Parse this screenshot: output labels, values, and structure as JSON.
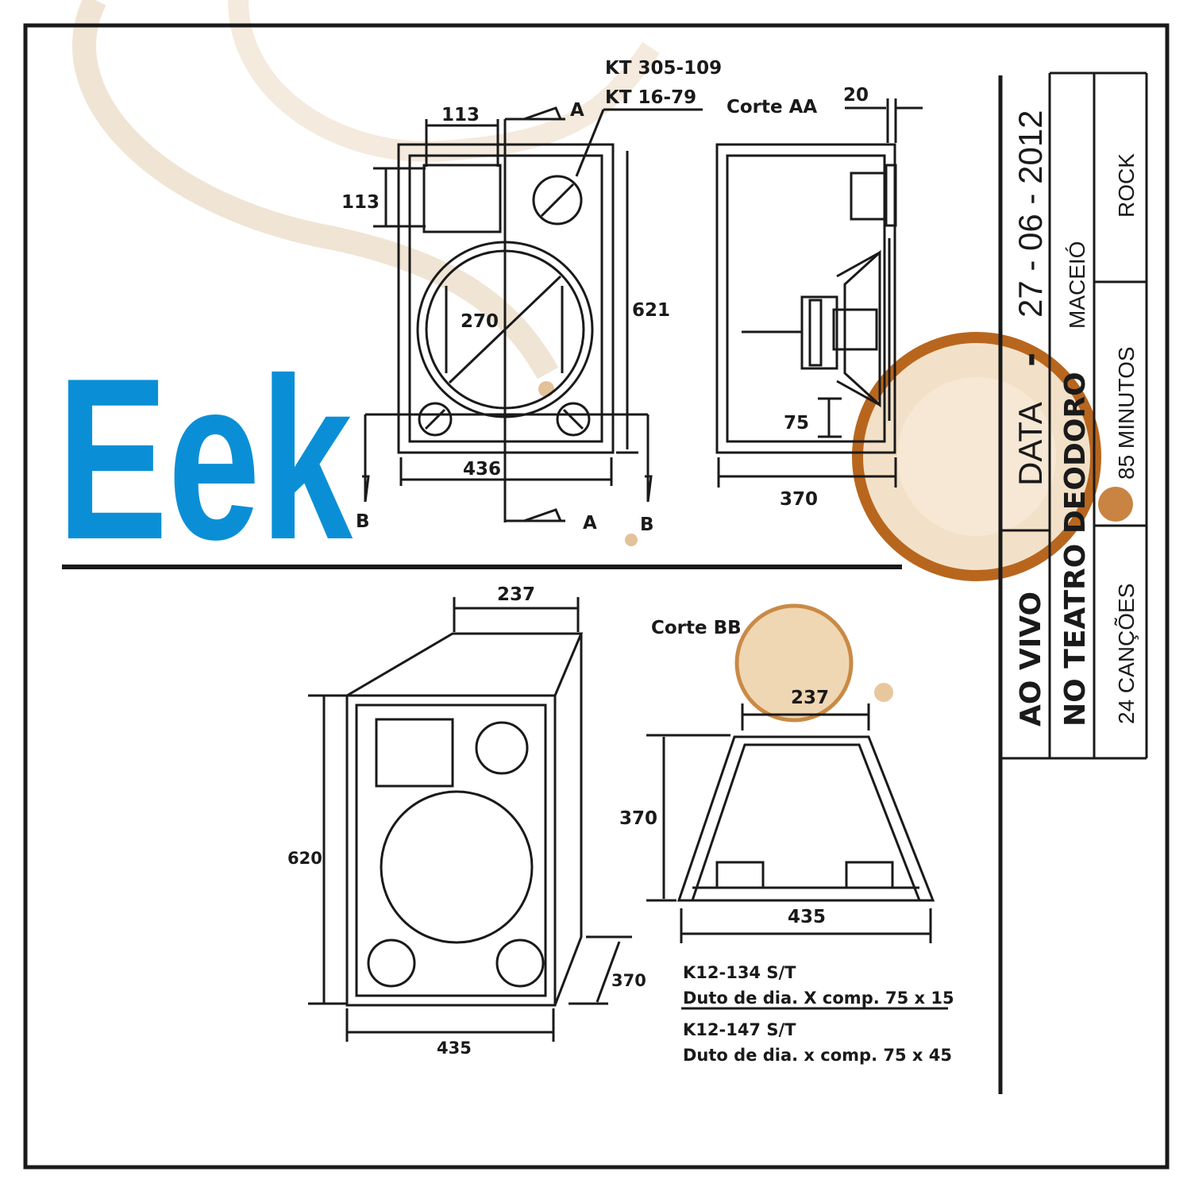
{
  "logo": {
    "text": "Eek",
    "color": "#0a8fd6"
  },
  "colors": {
    "ink": "#1a1a1a",
    "stain": "#b8661e",
    "stain_light": "#e6cfb0"
  },
  "top_drawing": {
    "part1": "KT 305-109",
    "part2": "KT 16-79",
    "section_aa": "Corte AA",
    "dim_113_w": "113",
    "dim_113_h": "113",
    "dim_270": "270",
    "dim_621": "621",
    "dim_436": "436",
    "dim_20": "20",
    "dim_75": "75",
    "dim_370": "370",
    "mark_a_top": "A",
    "mark_a_bottom": "A",
    "mark_b_left": "B",
    "mark_b_right": "B"
  },
  "bottom_drawing": {
    "dim_237_top": "237",
    "dim_620": "620",
    "dim_435_front": "435",
    "dim_370_depth": "370",
    "section_bb": "Corte BB",
    "dim_237_bb": "237",
    "dim_370_bb": "370",
    "dim_435_bb": "435",
    "note1_model": "K12-134 S/T",
    "note1_desc": "Duto de dia. X comp. 75 x 15",
    "note2_model": "K12-147 S/T",
    "note2_desc": "Duto de dia. x comp. 75 x 45"
  },
  "info_panel": {
    "col1": "AO VIVO",
    "col1_mark": "-",
    "col2": "NO TEATRO DEODORO",
    "data_label": "DATA",
    "date": "27 - 06 - 2012",
    "city": "MACEIÓ",
    "songs": "24 CANÇÕES",
    "duration": "85 MINUTOS",
    "genre": "ROCK"
  }
}
